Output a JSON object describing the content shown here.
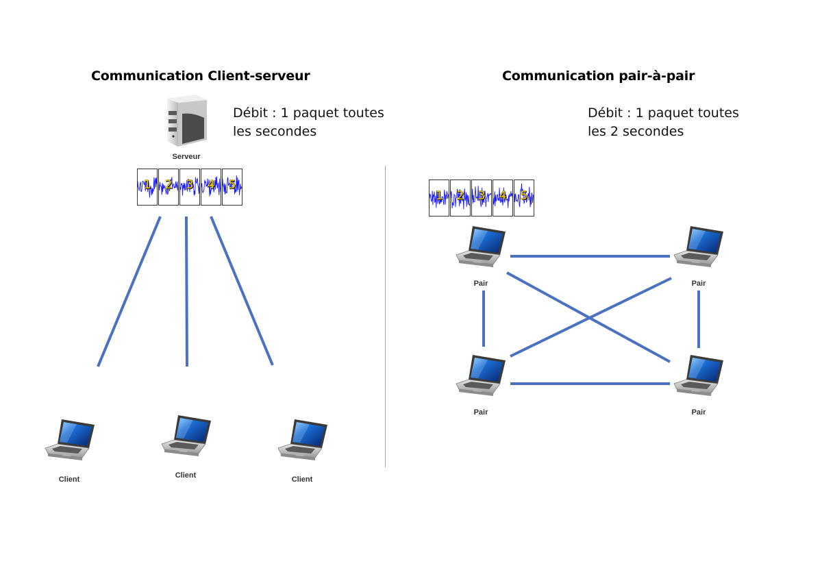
{
  "client_server": {
    "title": "Communication Client-serveur",
    "rate_line1": "Débit : 1 paquet toutes",
    "rate_line2": "les secondes",
    "server_label": "Serveur",
    "packets": [
      "1",
      "2",
      "3",
      "4",
      "5"
    ],
    "clients": [
      {
        "label": "Client"
      },
      {
        "label": "Client"
      },
      {
        "label": "Client"
      }
    ]
  },
  "peer_to_peer": {
    "title": "Communication pair-à-pair",
    "rate_line1": "Débit : 1 paquet toutes",
    "rate_line2": "les 2 secondes",
    "packets": [
      "1",
      "2",
      "3",
      "4",
      "5"
    ],
    "peers": [
      {
        "label": "Pair"
      },
      {
        "label": "Pair"
      },
      {
        "label": "Pair"
      },
      {
        "label": "Pair"
      }
    ]
  },
  "colors": {
    "link": "#4a72c0",
    "packet_wave": "#1a1aff",
    "packet_number": "#ffd400",
    "divider": "#8fa8c8"
  },
  "icons": {
    "server": "server-icon",
    "device": "laptop-icon"
  }
}
